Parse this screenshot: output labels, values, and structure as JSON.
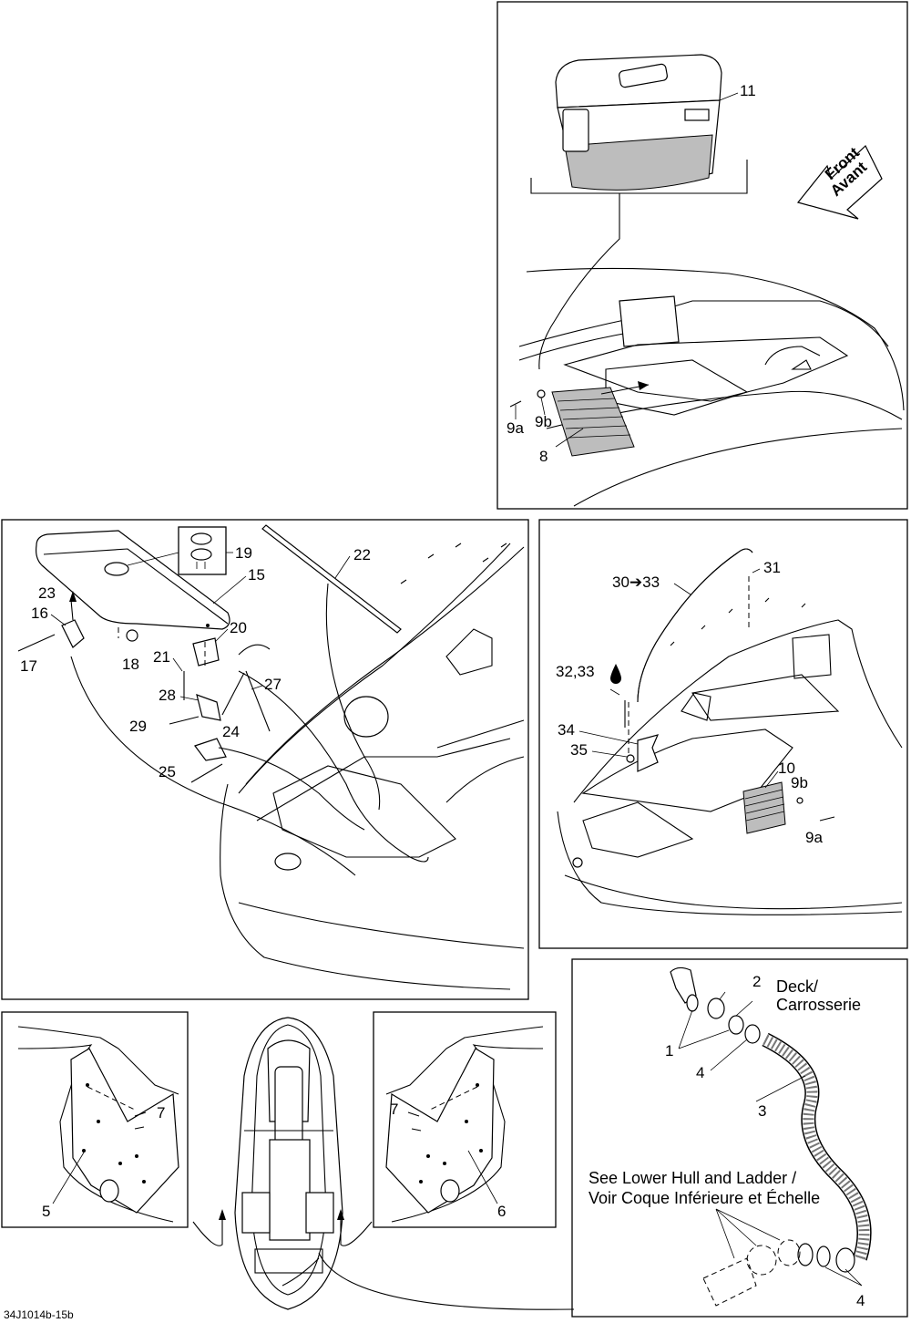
{
  "panels": {
    "storage_bin": {
      "callouts": [
        "11",
        "9a",
        "9b",
        "8"
      ]
    },
    "seat": {
      "callouts": [
        "19",
        "22",
        "23",
        "15",
        "16",
        "17",
        "18",
        "20",
        "21",
        "27",
        "28",
        "29",
        "24",
        "25"
      ]
    },
    "front_storage": {
      "callouts": [
        "30➔33",
        "31",
        "32,33",
        "34",
        "35",
        "10",
        "9b",
        "9a"
      ]
    },
    "left_side": {
      "callouts": [
        "7",
        "5"
      ]
    },
    "right_side": {
      "callouts": [
        "7",
        "6"
      ]
    },
    "drain": {
      "callouts": [
        "2",
        "1",
        "4",
        "3",
        "4"
      ],
      "deck_note_line1": "Deck/",
      "deck_note_line2": "Carrosserie",
      "see_line1": "See Lower Hull and Ladder /",
      "see_line2": "Voir Coque Inférieure et Échelle"
    }
  },
  "front_arrow": {
    "line1": "Front",
    "line2": "Avant"
  },
  "figure_code": "34J1014b-15b"
}
